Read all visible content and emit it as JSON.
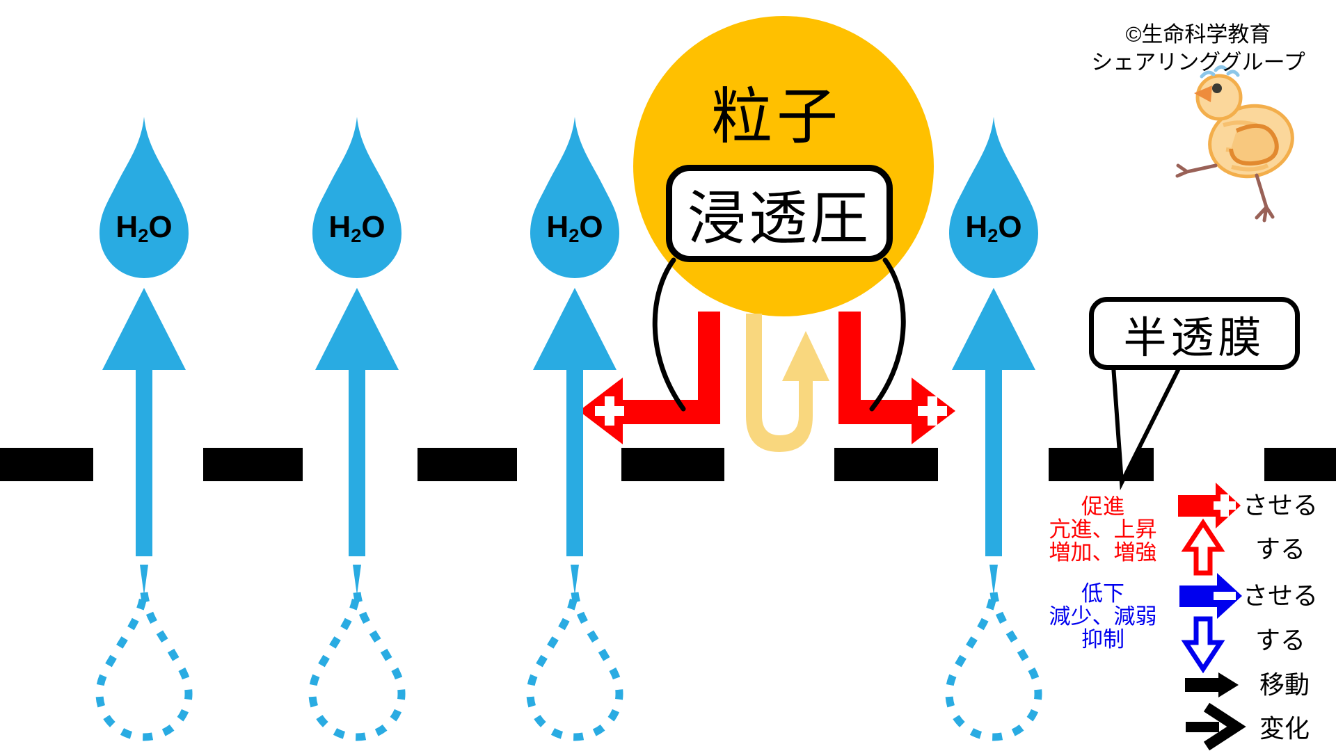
{
  "copyright": {
    "line1": "©生命科学教育",
    "line2": "シェアリンググループ"
  },
  "particle": {
    "label": "粒子"
  },
  "osmotic_pressure": {
    "label": "浸透圧"
  },
  "membrane": {
    "label": "半透膜"
  },
  "droplet": {
    "h": "H",
    "sub": "2",
    "o": "O"
  },
  "legend": {
    "increase_words": [
      "促進",
      "亢進、上昇",
      "増加、増強"
    ],
    "decrease_words": [
      "低下",
      "減少、減弱",
      "抑制"
    ],
    "rows": [
      {
        "arrow": "red-solid-right-arrow-plus",
        "label": "させる"
      },
      {
        "arrow": "red-outline-up-arrow",
        "label": "する"
      },
      {
        "arrow": "blue-solid-right-arrow-minus",
        "label": "させる"
      },
      {
        "arrow": "blue-outline-down-arrow",
        "label": "する"
      },
      {
        "arrow": "black-solid-right-arrow",
        "label": "移動"
      },
      {
        "arrow": "black-open-right-arrow",
        "label": "変化"
      }
    ]
  },
  "colors": {
    "water_blue": "#29ABE2",
    "particle_orange": "#FFC000",
    "pressure_gold": "#F9D77E",
    "promote_red": "#FF0000",
    "suppress_blue": "#0000EE",
    "membrane_black": "#000000"
  }
}
